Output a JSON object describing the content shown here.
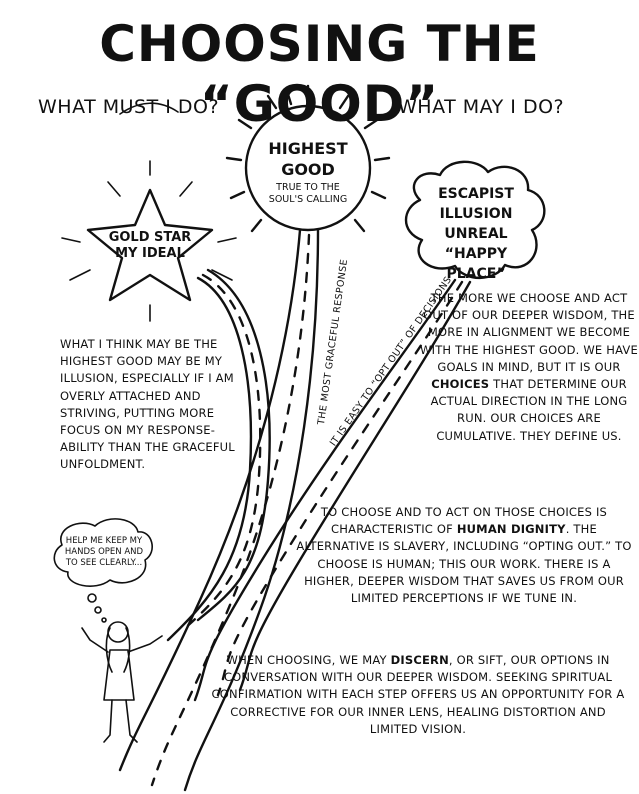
{
  "title": "Choosing the “Good”",
  "questions": {
    "left": "What must I do?",
    "right": "What may I do?"
  },
  "nodes": {
    "highest_good": {
      "title": "Highest Good",
      "subtitle": "True to the soul's calling"
    },
    "gold_star": {
      "title": "Gold Star my ideal"
    },
    "escapist": {
      "title": "Escapist Illusion Unreal “Happy Place”"
    }
  },
  "road_labels": {
    "graceful": "The most graceful response",
    "opt_out": "It is easy to “opt out” of decisions"
  },
  "paragraphs": {
    "left": "What I think may be the highest good may be my illusion, especially if I am overly attached and striving, putting more focus on my response-ability than the graceful unfoldment.",
    "right_1_a": "The more we choose and act out of our deeper wisdom, the more in alignment we become with the highest good. We have goals in mind, but it is our",
    "right_1_bold": "choices",
    "right_1_b": "that determine our actual direction in the long run. Our choices are cumulative. They define us.",
    "right_2_a": "To choose and to act on those choices is characteristic of",
    "right_2_bold": "human dignity",
    "right_2_b": ". The alternative is slavery, including “opting out.” To choose is human; this our work. There is a higher, deeper wisdom that saves us from our limited perceptions if we tune in.",
    "bottom_a": "When choosing, we may",
    "bottom_bold": "discern",
    "bottom_b": ", or sift, our options in conversation with our deeper wisdom. Seeking spiritual confirmation with each step offers us an opportunity for a corrective for our inner lens, healing distortion and limited vision."
  },
  "thought_bubble": "Help me keep my hands open and to see clearly..."
}
